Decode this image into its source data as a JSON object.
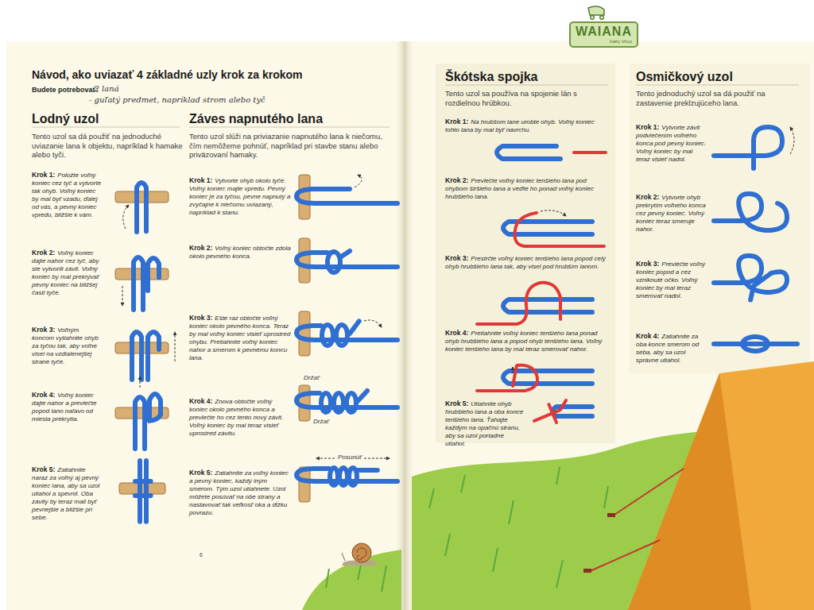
{
  "diagram": {
    "title": "Návod, ako uviazať 4 základné uzly krok za krokom",
    "nodes": [
      {
        "text": [
          "WAIANA",
          "baby shop"
        ]
      }
    ],
    "labels": [
      "Budete potrebovať:",
      "- 2 laná",
      "- guľatý predmet, napríklad strom alebo tyč",
      "Lodný uzol",
      "Tento uzol sa dá použiť na jednoduché uviazanie lana k objektu, napríklad k hamake alebo tyči.",
      "Krok 1:",
      "Položte voľný koniec cez tyč a vytvorte tak ohyb. Voľný koniec by mal byť vzadu, ďalej od vás, a pevný koniec vpredu, bližšie k vám.",
      "Krok 2:",
      "Voľný koniec dajte nahor cez tyč, aby ste vytvorili závit. Voľný koniec by mal prekrývať pevný koniec na bližšej časti tyče.",
      "Krok 3:",
      "Voľným koncom vytiahnite ohyb za tyčou tak, aby voľne visel na vzdialenejšej strane tyče.",
      "Krok 4:",
      "Voľný koniec dajte nahor a prevlečte popod lano naľavo od miesta prekrytia.",
      "Krok 5:",
      "Zatiahnite naraz za voľný aj pevný koniec lana, aby sa uzol utiahol a spevnil. Oba závity by teraz mali byť pevnejšie a bližšie pri sebe.",
      "Záves napnutého lana",
      "Tento uzol slúži na priviazanie napnutého lana k niečomu, čím nemôžeme pohnúť, napríklad pri stavbe stanu alebo priväzovaní hamaky.",
      "Krok 1:",
      "Vytvorte ohyb okolo tyče. Voľný koniec majte vpredu. Pevný koniec je za tyčou, pevne napnutý a zvyčajne k niečomu uviazaný, napríklad k stanu.",
      "Krok 2:",
      "Voľný koniec obtočte zdola okolo pevného konca.",
      "Krok 3:",
      "Ešte raz obtočte voľný koniec okolo pevného konca. Teraz by mal voľný koniec visieť uprostred ohybu. Pretiahnite voľný koniec nahor a smerom k pevnému koncu lana.",
      "Krok 4:",
      "Znova obtočte voľný koniec okolo pevného konca a prevlečte ho cez tento nový závit. Voľný koniec by mal teraz visieť uprostred závitu.",
      "Krok 5:",
      "Zatiahnite za voľný koniec a pevný koniec, každý iným smerom. Tým uzol utiahnete. Uzol môžete posúvať na obe strany a nastavovať tak veľkosť oka a dĺžku povrazu.",
      "Držať",
      "Držať",
      "Posunúť",
      "6",
      "Škótska spojka",
      "Tento uzol sa používa na spojenie lán s rozdielnou hrúbkou.",
      "Krok 1:",
      "Na hrubšom lane urobte ohyb. Voľný koniec tohto lana by mal byť navrchu.",
      "Krok 2:",
      "Prevlečte voľný koniec tenšieho lana pod ohybom širšieho lana a veďte ho ponad voľný koniec hrubšieho lana.",
      "Krok 3:",
      "Prestrčte voľný koniec tenšieho lana popod celý ohyb hrubšieho lana tak, aby visel pod hrubším lanom.",
      "Krok 4:",
      "Pretiahnite voľný koniec tenšieho lana ponad ohyb hrubšieho lana a popod ohyb tenšieho lana. Voľný koniec tenšieho lana by mal teraz smerovať nahor.",
      "Krok 5:",
      "Utiahnite ohyb hrubšieho lana a oba konce tenšieho lana. Ťahajte každým na opačnú stranu, aby sa uzol poriadne utiahol.",
      "Osmičkový uzol",
      "Tento jednoduchý uzol sa dá použiť na zastavenie preklzujúceho lana.",
      "Krok 1:",
      "Vytvorte závit podvlečením voľného konca pod pevný koniec. Voľný koniec by mal teraz visieť nadol.",
      "Krok 2:",
      "Vytvorte ohyb prekrytím voľného konca cez pevný koniec. Voľný koniec teraz smeruje nahor.",
      "Krok 3:",
      "Prevlečte voľný koniec popod a cez vzniknuté očko. Voľný koniec by mal teraz smerovať nadol.",
      "Krok 4:",
      "Zatiahnite za oba konce smerom od seba, aby sa uzol správne utiahol."
    ]
  }
}
